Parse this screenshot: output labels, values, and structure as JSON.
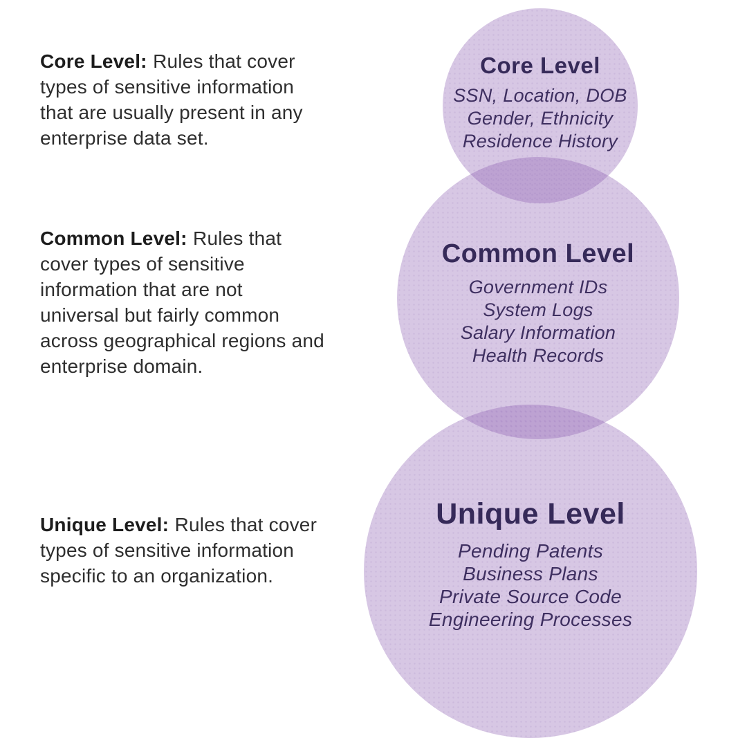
{
  "descriptions": [
    {
      "id": "core",
      "label": "Core Level:",
      "text": "Rules that cover types of sensitive information that are usually present in any enterprise data set."
    },
    {
      "id": "common",
      "label": "Common Level:",
      "text": "Rules that cover types of sensitive information that are not universal but fairly common across geographical regions and enterprise domain."
    },
    {
      "id": "unique",
      "label": "Unique Level:",
      "text": "Rules that cover types of sensitive information specific to an organization."
    }
  ],
  "circles": [
    {
      "title": "Core Level",
      "items": [
        "SSN, Location, DOB",
        "Gender, Ethnicity",
        "Residence History"
      ]
    },
    {
      "title": "Common Level",
      "items": [
        "Government IDs",
        "System Logs",
        "Salary Information",
        "Health Records"
      ]
    },
    {
      "title": "Unique Level",
      "items": [
        "Pending Patents",
        "Business Plans",
        "Private Source Code",
        "Engineering Processes"
      ]
    }
  ],
  "colors": {
    "background": "#ffffff",
    "circle_fill_light": "#d6c6e6",
    "circle_overlap": "#bca3d4",
    "title_text": "#362a59",
    "item_text": "#3e2f60",
    "description_label": "#1c1c1c",
    "description_body": "#2e2e2e"
  }
}
